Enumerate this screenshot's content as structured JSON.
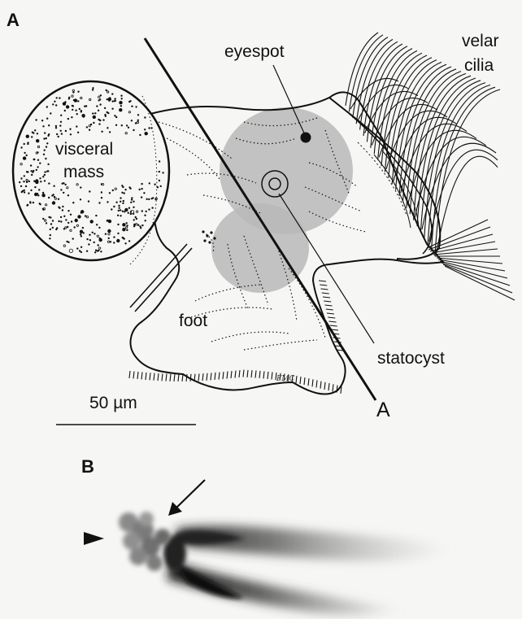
{
  "panels": {
    "a": {
      "letter": "A",
      "labels": {
        "visceral": "visceral",
        "mass": "mass",
        "eyespot": "eyespot",
        "velar": "velar",
        "cilia": "cilia",
        "foot": "foot",
        "statocyst": "statocyst",
        "section": "A"
      },
      "signature": "FMC",
      "scale_bar": "50 µm"
    },
    "b": {
      "letter": "B"
    }
  },
  "colors": {
    "ink": "#111111",
    "shade": "#b9b9b9",
    "background": "#f6f6f4"
  }
}
